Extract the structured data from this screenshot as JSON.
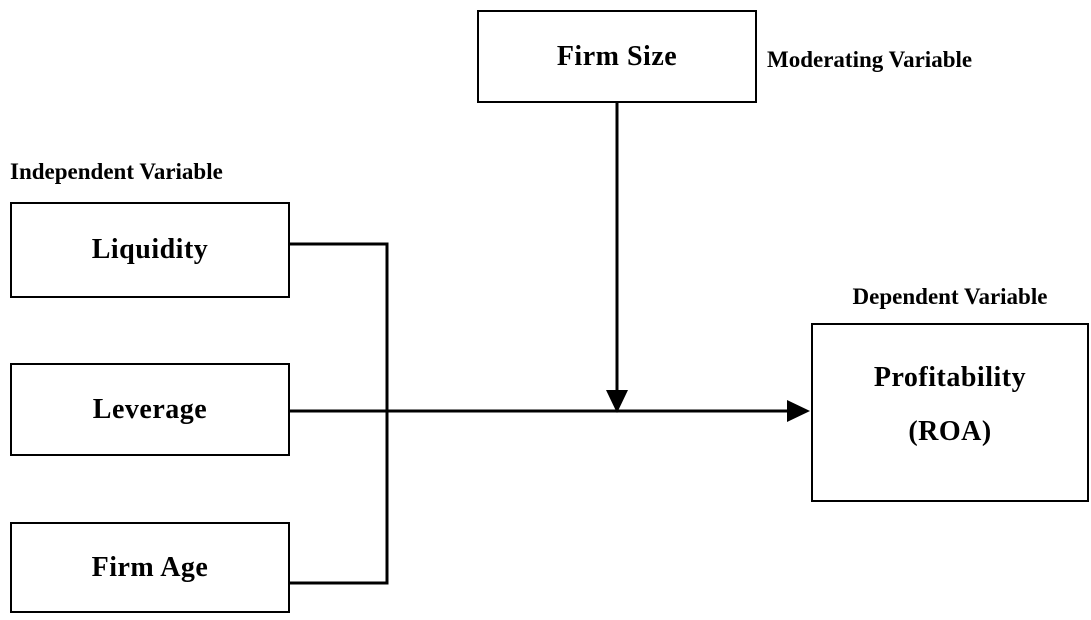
{
  "labels": {
    "independent": "Independent Variable",
    "moderating": "Moderating Variable",
    "dependent": "Dependent Variable"
  },
  "nodes": {
    "moderator": "Firm Size",
    "independent": [
      "Liquidity",
      "Leverage",
      "Firm Age"
    ],
    "dependent": {
      "line1": "Profitability",
      "line2": "(ROA)"
    }
  },
  "colors": {
    "line": "#000000",
    "text": "#000000",
    "background": "#ffffff"
  }
}
